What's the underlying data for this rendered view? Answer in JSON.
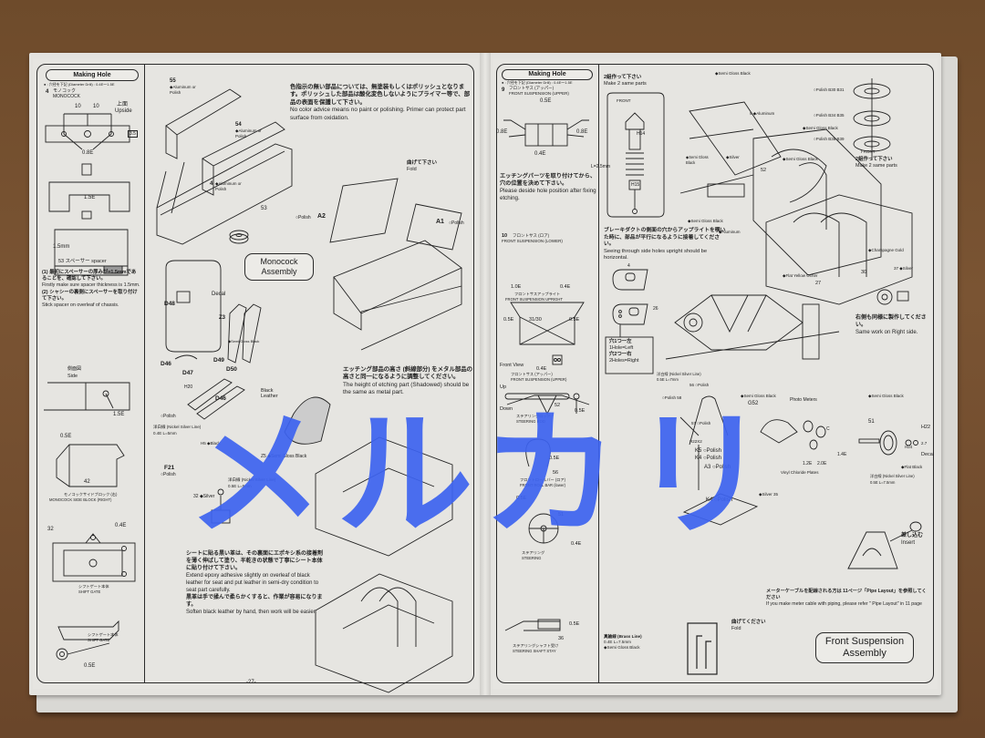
{
  "scene": {
    "description": "Photo of an opened model car instruction sheet lying on a wooden table",
    "watermark": {
      "text": "メルカリ",
      "color": "#3d63f0"
    }
  },
  "left_page": {
    "page_number": "-27-",
    "making_hole": {
      "title": "Making Hole",
      "subtitle": "● : 穴径を下記 (Diameter Drill) : 0.4E〜1.5E",
      "part4": {
        "jp": "モノコック",
        "en": "MONOCOCK",
        "dims": [
          "10",
          "10"
        ],
        "upside_jp": "上面",
        "upside_en": "Upside",
        "dim_side": "3.5",
        "drill": "0.8E"
      },
      "drill_1_5": "1.5E",
      "spacer_dim": "1.5mm",
      "spacer_label": "53 スペーサー spacer"
    },
    "spacer_note": {
      "jp_1": "(1) 最初にスペーサーの厚みが=1.5mmであることを、確認して下さい。",
      "en_1": "Firstly make sure spacer thickness is 1.5mm.",
      "jp_2": "(2) シャシーの裏側にスペーサーを取り付けて下さい。",
      "en_2": "Stick spacer on overleaf of chassis."
    },
    "side_view": {
      "jp": "側面図",
      "en": "Side",
      "drill": "1.5E"
    },
    "side_block": {
      "drill": "0.5E",
      "part": "42",
      "jp": "モノコックサイドブロック (右)",
      "en": "MONOCOCK SIDE BLOCK (RIGHT)"
    },
    "shift_gate_1": {
      "part": "32",
      "drill": "0.4E",
      "jp": "シフトゲート本体",
      "en": "SHIFT GATE"
    },
    "shift_gate_2": {
      "drill": "0.5E",
      "jp": "シフトゲート本体",
      "en": "SHIFT GATE"
    },
    "color_note": {
      "jp": "色指示の無い部品については、無塗装もしくはポリッシュとなります。ポリッシュした部品は酸化変色しないようにプライマー等で、部品の表面を保護して下さい。",
      "en": "No color advice means no paint or polishing. Primer can protect part surface from oxidation."
    },
    "parts_upper": [
      {
        "id": "55",
        "finish": "◆Aluminum or Polish"
      },
      {
        "id": "54",
        "finish": "◆Aluminum or Polish"
      },
      {
        "id": "4",
        "finish": "◆Aluminum or Polish"
      },
      {
        "id": "53",
        "finish": ""
      }
    ],
    "fold_note": {
      "jp": "曲げて下さい",
      "en": "Fold"
    },
    "etch_parts": [
      {
        "id": "A2",
        "finish": "○Polish"
      },
      {
        "id": "A1",
        "finish": "○Polish"
      }
    ],
    "monocock_box": "Monocock Assembly",
    "monocock_parts": {
      "decal": "Decal",
      "d48": "D48",
      "z3": "Z3",
      "d49": "D49",
      "d46a": "D46",
      "d47": "D47",
      "d50": "D50",
      "d46b": "D46",
      "h20": "H20",
      "semi_gloss": "◆Semi Gloss Black",
      "black_leather": "Black Leather",
      "polish": "○Polish",
      "nickel_line": "洋白線 (Nickel Silver Line)",
      "nickel_spec": "0.4E L=5mm",
      "h5": "H5 ◆Black",
      "f21": "F21",
      "f21_finish": "○Polish",
      "nickel_line2": "洋白線 (Nickel Silver Line)",
      "nickel_spec2": "0.5E L=5mm",
      "p32": "32 ◆Silver",
      "z5": "Z5 ◆Semi Gloss Black"
    },
    "etch_height_note": {
      "jp": "エッチング部品の高さ (斜線部分) をメタル部品の高さと同一になるように調整してください。",
      "en": "The height of etching part (Shadowed) should be the same as metal part."
    },
    "seat_notes": [
      {
        "jp": "シートに貼る黒い革は、その裏面にエポキシ系の接着剤を薄く伸ばして塗り、半乾きの状態で丁寧にシート本体に貼り付けて下さい。",
        "en": "Extend epoxy adhesive slightly on overleaf of black leather for seat and put leather in semi-dry condition to seat part carefully."
      },
      {
        "jp": "黒革は手で揉んで柔らかくすると、作業が容易になります。",
        "en": "Soften black leather by hand, then work will be easier."
      }
    ]
  },
  "right_page": {
    "making_hole": {
      "title": "Making Hole",
      "subtitle": "● : 穴径を下記 (Diameter Drill) : 0.4E〜1.5E",
      "part9": {
        "jp": "フロントサス (アッパー)",
        "en": "FRONT SUSPENSION (UPPER)",
        "drills": [
          "0.5E",
          "0.8E",
          "0.8E",
          "0.4E"
        ]
      }
    },
    "etching_note": {
      "jp": "エッチングパーツを取り付けてから、穴の位置を決めて下さい。",
      "en": "Please deside hole position after fixing etching."
    },
    "part10": {
      "jp": "フロントサス (ロア)",
      "en": "FRONT SUSPENSION (LOWER)",
      "drills": [
        "1.0E",
        "0.4E"
      ]
    },
    "upright": {
      "jp": "フロントサスアップライト",
      "en": "FRONT SUSPENSION UPRIGHT",
      "drills": [
        "0.5E",
        "31/30",
        "0.5E"
      ]
    },
    "front_view": {
      "label": "Front View",
      "drill": "0.4E",
      "jp": "フロントサス (アッパー)",
      "en": "FRONT SUSPENSION (UPPER)"
    },
    "steering_rod": {
      "up": "Up",
      "down": "Down",
      "part": "52",
      "drill": "0.5E",
      "jp": "ステアリングロッド",
      "en": "STEERING ROD"
    },
    "roll_bar": {
      "part": "56",
      "jp": "フロントロールバー (ロア)",
      "en": "FRONT ROLL BAR (lower)",
      "drill": "0.5E"
    },
    "steering": {
      "part": "51",
      "drills": [
        "0.5E",
        "0.4E"
      ],
      "jp": "ステアリング",
      "en": "STEERING"
    },
    "shaft_stay": {
      "part": "36",
      "drill": "0.5E",
      "jp": "ステアリングシャフト受け",
      "en": "STEERING SHAFT STAY"
    },
    "brass_line": {
      "jp": "真鍮線 (Brass Line)",
      "spec": "0.4E L=7.5mm",
      "finish": "◆Semi Gloss Black"
    },
    "make_two_top": {
      "jp": "2組作って下さい",
      "en": "Make 2 same parts"
    },
    "front_label": "FRONT",
    "shock": {
      "l_dim": "L=2.5mm",
      "h14": "H14",
      "h15": "H15"
    },
    "suspension_labels": {
      "semi_gloss_top": "◆Semi Gloss Black",
      "p9": "9 ◆Aluminum",
      "semi_gloss_mid": "◆Semi Gloss Black",
      "semi_gloss_left": "◆Semi Gloss Black",
      "silver": "◆Silver",
      "p52": "52",
      "semi_gloss_bottom": "◆Semi Gloss Black",
      "aluminum": "◆Aluminum"
    },
    "brake_duct_note": {
      "jp": "ブレーキダクトの側面の穴からアップライトを覗いた時に、部品が平行になるように接着してください。",
      "en": "Seeing through side holes upright should be horizontal."
    },
    "holes_box": {
      "part_top": "4",
      "part_side": "26",
      "one_jp": "穴1つ一左",
      "one_en": "1Hole=Left",
      "two_jp": "穴2つ一右",
      "two_en": "2Holes=Right"
    },
    "nickel_line": {
      "jp": "洋白線 (Nickel Silver Line)",
      "spec": "0.5E L=7mm"
    },
    "polish_parts": [
      {
        "label": "○Polish B30 B31"
      },
      {
        "label": "○Polish B34 B35"
      },
      {
        "label": "○Polish B38 B39"
      }
    ],
    "front_label_right": "FRONT",
    "make_two_right": {
      "jp": "2組作って下さい",
      "en": "Make 2 same parts"
    },
    "wheel_parts": {
      "champagne": "◆Champagne Gold",
      "p30": "30",
      "p37": "37 ◆Silver",
      "flat_yellow": "◆Flat Yellow Ocher",
      "p27": "27"
    },
    "same_work_note": {
      "jp": "右側も同様に製作してください。",
      "en": "Same work on Right side."
    },
    "rollbar_parts": {
      "p56": "56 ○Polish",
      "p58": "○Polish 58",
      "p57": "57 ○Polish",
      "h22x2": "H22X2",
      "k5": "K5 ○Polish",
      "k4a": "K4 ○Polish",
      "a3": "A3 ○Polish",
      "k4b": "K4 ○Polish",
      "silver35": "◆Silver 35"
    },
    "meters": {
      "semi_gloss": "◆Semi Gloss Black",
      "g52": "G52",
      "photo_meters": "Photo Meters",
      "c": "C",
      "drills": [
        "1.4E",
        "1.2E",
        "2.0E"
      ],
      "vinyl": "Vinyl Chloride Plates"
    },
    "steering_wheel": {
      "semi_gloss": "◆Semi Gloss Black",
      "p51": "51",
      "h22": "H22",
      "h24": "H24",
      "dim": "2.7",
      "decal": "Decal",
      "flat_black": "◆Flat Black",
      "nickel": "洋白線 (Nickel Silver Line)",
      "spec": "0.5E L=7.5mm"
    },
    "insert": {
      "jp": "差し込む",
      "en": "Insert"
    },
    "meter_cable_note": {
      "jp": "メーターケーブルを配線される方は 11ページ「Pipe Layout」を参照してください",
      "en": "If you make meter cable with piping, please refer \" Pipe Layout\" in 11 page"
    },
    "fold_note": {
      "jp": "曲げてください",
      "en": "Fold"
    },
    "assembly_box": "Front Suspension Assembly"
  }
}
